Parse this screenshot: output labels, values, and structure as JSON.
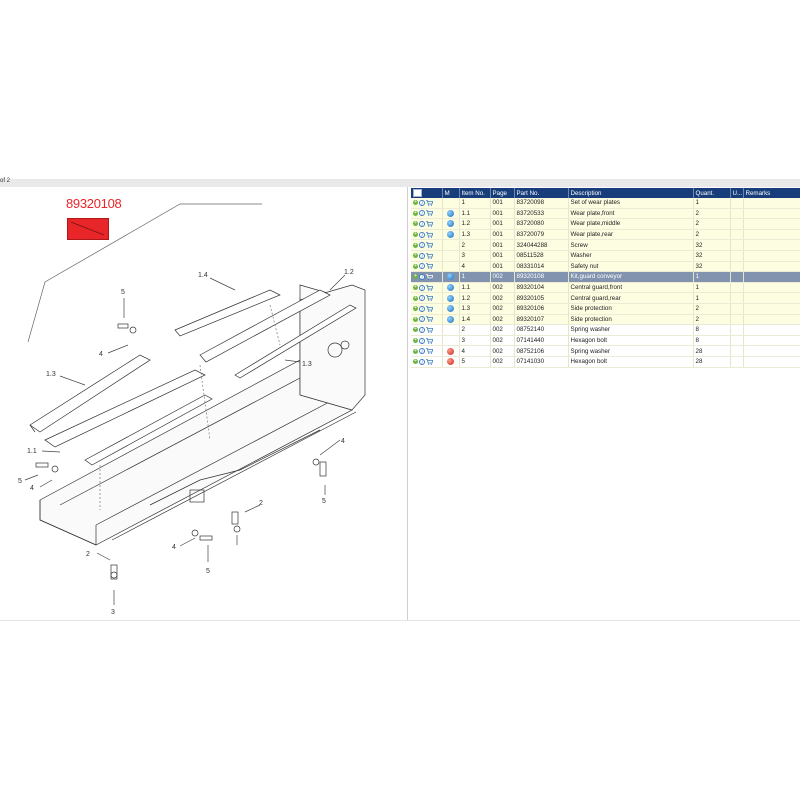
{
  "viewer": {
    "page_info": "of 2"
  },
  "drawing": {
    "part_title": "89320108",
    "callouts": [
      "5",
      "1.4",
      "1.2",
      "4",
      "1.3",
      "1.3",
      "1.1",
      "5",
      "4",
      "4",
      "5",
      "2",
      "4",
      "2",
      "5",
      "3"
    ]
  },
  "table": {
    "columns": [
      "",
      "M",
      "Item No.",
      "Page",
      "Part No.",
      "Description",
      "Quant.",
      "U...",
      "Remarks"
    ],
    "rows": [
      {
        "item": "1",
        "page": "001",
        "part": "83720098",
        "desc": "Set of wear plates",
        "qty": "1",
        "marker": "",
        "style": "yellow"
      },
      {
        "item": "1.1",
        "page": "001",
        "part": "83720533",
        "desc": "Wear plate,front",
        "qty": "2",
        "marker": "blue",
        "style": "yellow"
      },
      {
        "item": "1.2",
        "page": "001",
        "part": "83720080",
        "desc": "Wear plate,middle",
        "qty": "2",
        "marker": "blue",
        "style": "yellow"
      },
      {
        "item": "1.3",
        "page": "001",
        "part": "83720079",
        "desc": "Wear plate,rear",
        "qty": "2",
        "marker": "blue",
        "style": "yellow"
      },
      {
        "item": "2",
        "page": "001",
        "part": "324044288",
        "desc": "Screw",
        "qty": "32",
        "marker": "",
        "style": "yellow"
      },
      {
        "item": "3",
        "page": "001",
        "part": "08511528",
        "desc": "Washer",
        "qty": "32",
        "marker": "",
        "style": "yellow"
      },
      {
        "item": "4",
        "page": "001",
        "part": "08331014",
        "desc": "Safety nut",
        "qty": "32",
        "marker": "",
        "style": "yellow"
      },
      {
        "item": "1",
        "page": "002",
        "part": "89320108",
        "desc": "Kit,guard conveyor",
        "qty": "1",
        "marker": "blue",
        "style": "sel"
      },
      {
        "item": "1.1",
        "page": "002",
        "part": "89320104",
        "desc": "Central guard,front",
        "qty": "1",
        "marker": "blue",
        "style": "yellow"
      },
      {
        "item": "1.2",
        "page": "002",
        "part": "89320105",
        "desc": "Central guard,rear",
        "qty": "1",
        "marker": "blue",
        "style": "yellow"
      },
      {
        "item": "1.3",
        "page": "002",
        "part": "89320106",
        "desc": "Side protection",
        "qty": "2",
        "marker": "blue",
        "style": "yellow"
      },
      {
        "item": "1.4",
        "page": "002",
        "part": "89320107",
        "desc": "Side protection",
        "qty": "2",
        "marker": "blue",
        "style": "yellow"
      },
      {
        "item": "2",
        "page": "002",
        "part": "08752140",
        "desc": "Spring washer",
        "qty": "8",
        "marker": "",
        "style": "white"
      },
      {
        "item": "3",
        "page": "002",
        "part": "07141440",
        "desc": "Hexagon bolt",
        "qty": "8",
        "marker": "",
        "style": "white"
      },
      {
        "item": "4",
        "page": "002",
        "part": "08752106",
        "desc": "Spring washer",
        "qty": "28",
        "marker": "red",
        "style": "white"
      },
      {
        "item": "5",
        "page": "002",
        "part": "07141030",
        "desc": "Hexagon bolt",
        "qty": "28",
        "marker": "red",
        "style": "white"
      }
    ]
  }
}
